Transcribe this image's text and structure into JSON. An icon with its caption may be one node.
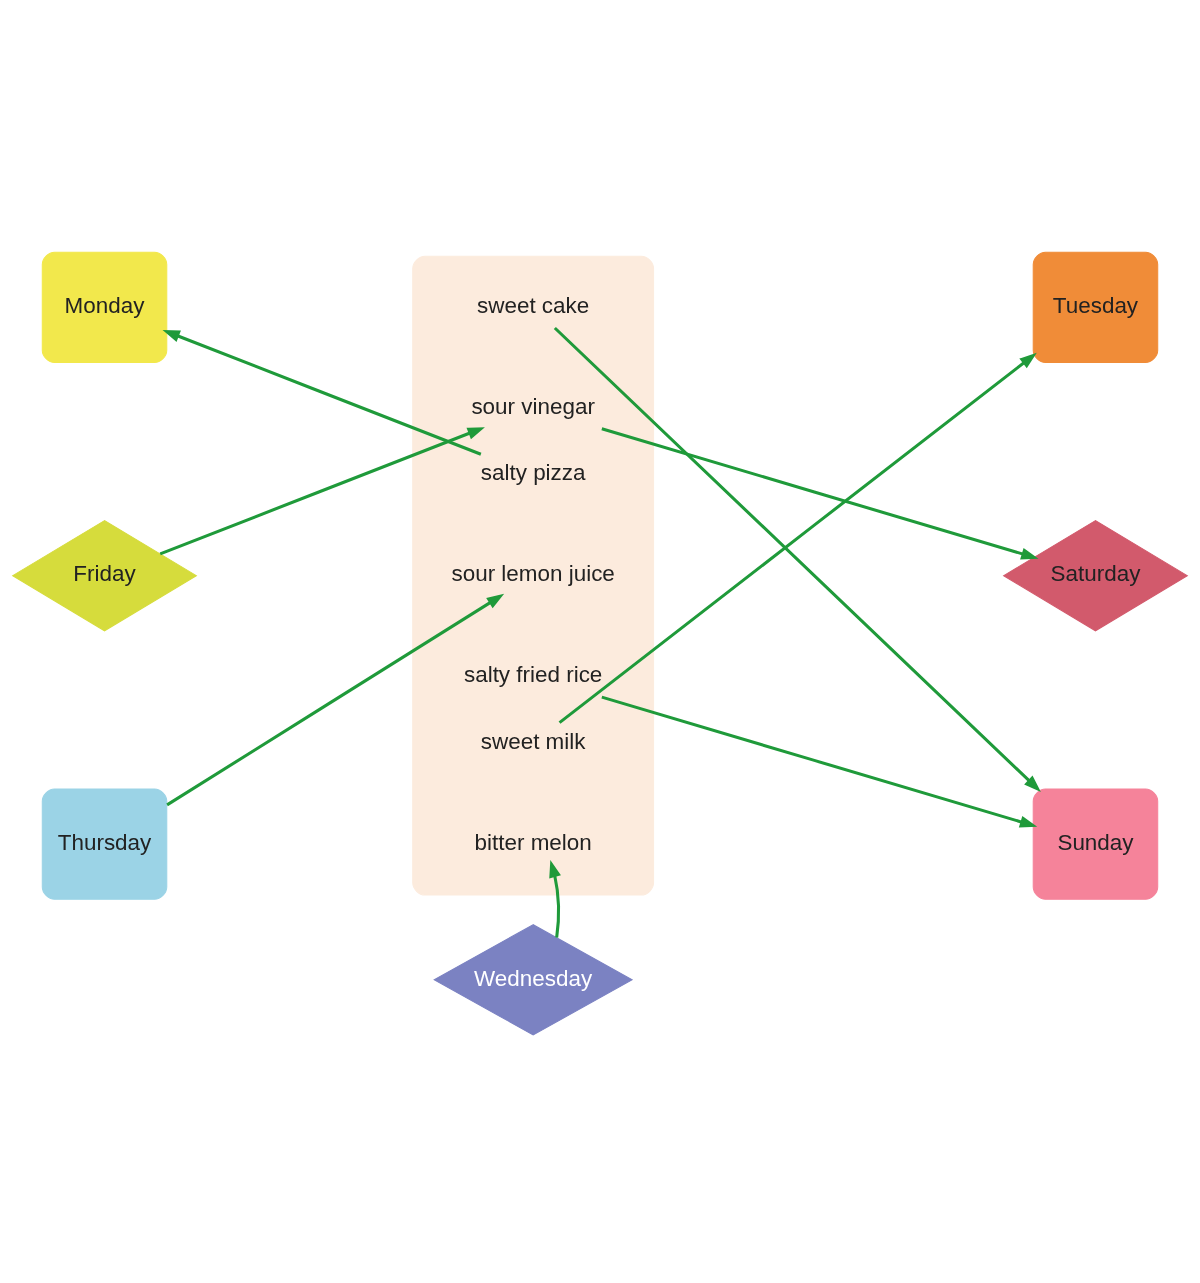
{
  "diagram": {
    "nodes": [
      {
        "text": [
          "Monday"
        ]
      },
      {
        "text": [
          "Tuesday"
        ]
      },
      {
        "text": [],
        "shape": "box"
      },
      {
        "text": [
          "sweet cake"
        ],
        "in": 2
      },
      {
        "text": [
          "sour vinegar"
        ],
        "in": 2
      },
      {
        "text": [
          "salty pizza"
        ],
        "in": 2
      },
      {
        "text": [
          "sour lemon juice"
        ],
        "in": 2
      },
      {
        "text": [
          "salty fried rice"
        ],
        "in": 2
      },
      {
        "text": [
          "sweet milk"
        ],
        "in": 2
      },
      {
        "text": [
          "bitter melon"
        ],
        "in": 2
      },
      {
        "text": [
          "Friday"
        ]
      },
      {
        "text": [
          "Saturday"
        ]
      },
      {
        "text": [
          "Thursday"
        ]
      },
      {
        "text": [
          "Sunday"
        ]
      },
      {
        "text": [
          "Wednesday"
        ]
      }
    ],
    "edges": [
      {
        "from": 5,
        "to": 0,
        "arrow": "to"
      },
      {
        "from": 10,
        "to": 4,
        "arrow": "to"
      },
      {
        "from": 3,
        "to": 13,
        "arrow": "to"
      },
      {
        "from": 4,
        "to": 11,
        "arrow": "to"
      },
      {
        "from": 8,
        "to": 1,
        "arrow": "to"
      },
      {
        "from": 7,
        "to": 13,
        "arrow": "to"
      },
      {
        "from": 12,
        "to": 6,
        "arrow": "to"
      },
      {
        "from": 14,
        "to": 9,
        "arrow": "to"
      }
    ]
  }
}
